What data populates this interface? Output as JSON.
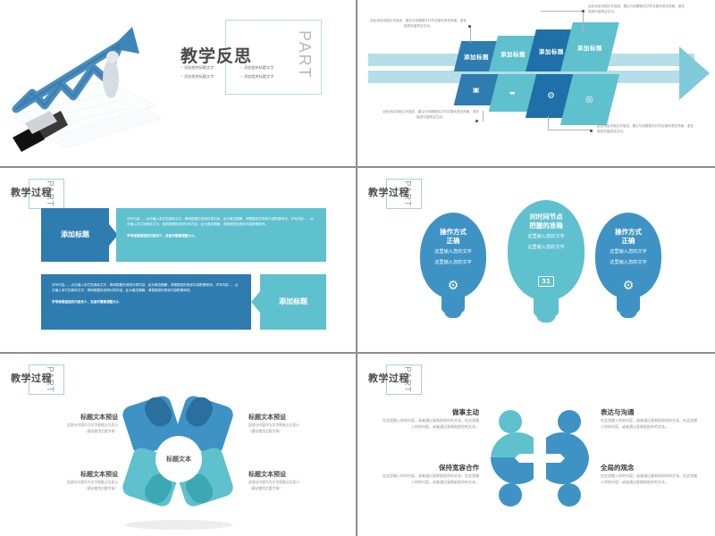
{
  "deck": {
    "accent_dark": "#2E7CB0",
    "accent_mid": "#3E93C4",
    "accent_teal": "#5FC0CE",
    "accent_light": "#B5DEE8",
    "accent_navy": "#1F6FA8",
    "part_word": "PART",
    "section_title": "教学过程"
  },
  "slide1": {
    "title": "教学反思",
    "part": "PART",
    "bullets": [
      "添加相关标题文字",
      "添加相关标题文字",
      "添加相关标题文字",
      "添加相关标题文字"
    ]
  },
  "slide2": {
    "blocks": [
      {
        "label": "添加标题",
        "color": "#2E7CB0"
      },
      {
        "label": "添加标题",
        "color": "#5FC0CE"
      },
      {
        "label": "添加标题",
        "color": "#1F6FA8"
      },
      {
        "label": "添加标题",
        "color": "#5FC0CE"
      }
    ],
    "icons": [
      {
        "name": "calendar-icon",
        "glyph": "▣",
        "color": "#2E7CB0"
      },
      {
        "name": "chat-icon",
        "glyph": "💬",
        "color": "#5FC0CE"
      },
      {
        "name": "gear-icon",
        "glyph": "⚙",
        "color": "#1F6FA8"
      },
      {
        "name": "target-icon",
        "glyph": "◎",
        "color": "#5FC0CE"
      }
    ],
    "notes": [
      "此处添加详细文本描述，建议与标题相关并符合整体语言风格，语言描述尽量简洁生动。",
      "此处添加详细文本描述，建议与标题相关并符合整体语言风格，语言描述尽量简洁生动。",
      "此处添加详细文本描述，建议与标题相关并符合整体语言风格，语言描述尽量简洁生动。",
      "此处添加详细文本描述，建议与标题相关并符合整体语言风格，语言描述尽量简洁生动。"
    ]
  },
  "slide3": {
    "section_title": "教学过程",
    "part": "PART",
    "rows": [
      {
        "label": "添加标题",
        "label_color": "#2E7CB0",
        "body_color": "#5FC0CE",
        "body": "详写内容……点击输入本栏的具体文字，简明扼要的说明分项内容，此为概念图解，请根据您的具体内容酌情修改。详写内容……点击输入本栏的具体文字，简明扼要的说明分项内容，此为概念图解，请根据您的具体内容酌情修改。",
        "note": "字号请根据您的内容多少，及版式需要调整大小。"
      },
      {
        "label": "添加标题",
        "label_color": "#5FC0CE",
        "body_color": "#2E7CB0",
        "body": "详写内容……点击输入本栏的具体文字，简明扼要的说明分项内容，此为概念图解，请根据您的具体内容酌情修改。详写内容……点击输入本栏的具体文字，简明扼要的说明分项内容，此为概念图解，请根据您的具体内容酌情修改。",
        "note": "字号请根据您的内容多少，及版式需要调整大小"
      }
    ]
  },
  "slide4": {
    "section_title": "教学过程",
    "part": "PART",
    "bulbs": [
      {
        "title_line1": "操作方式",
        "title_line2": "正确",
        "line1": "这里输入您的文字",
        "line2": "这里输入您的文字",
        "icon": "gear-icon",
        "glyph": "⚙",
        "color": "#3E93C4"
      },
      {
        "title_line1": "对时间节点",
        "title_line2": "把握的准确",
        "line1": "这里输入您的文字",
        "line2": "这里输入您的文字",
        "icon": "calendar-icon",
        "glyph": "31",
        "color": "#5FC0CE"
      },
      {
        "title_line1": "操作方式",
        "title_line2": "正确",
        "line1": "这里输入您的文字",
        "line2": "这里输入您的文字",
        "icon": "gear-icon",
        "glyph": "⚙",
        "color": "#3E93C4"
      }
    ]
  },
  "slide5": {
    "section_title": "教学过程",
    "part": "PART",
    "center_label": "标题文本",
    "labels": [
      {
        "title": "标题文本预设",
        "desc": "此部分内容作为文字框能占位显示",
        "note": "（建议使用主题字体）"
      },
      {
        "title": "标题文本预设",
        "desc": "此部分内容作为文字框能占位显示",
        "note": "（建议使用主题字体）"
      },
      {
        "title": "标题文本预设",
        "desc": "此部分内容作为文字框能占位显示",
        "note": "（建议使用主题字体）"
      },
      {
        "title": "标题文本预设",
        "desc": "此部分内容作为文字框能占位显示",
        "note": "（建议使用主题字体）"
      }
    ],
    "petal_colors": [
      "#3E93C4",
      "#3E93C4",
      "#5FC0CE",
      "#5FC0CE"
    ]
  },
  "slide6": {
    "section_title": "教学过程",
    "part": "PART",
    "items": [
      {
        "title": "做事主动",
        "desc": "在这里输入你的内容，或者通过复制粘贴你的文本。在这里输入你的内容，或者通过复制粘贴你的文本。",
        "color": "#5FC0CE"
      },
      {
        "title": "表达与沟通",
        "desc": "在这里输入你的内容，或者通过复制粘贴你的文本。在这里输入你的内容，或者通过复制粘贴你的文本。",
        "color": "#3E93C4"
      },
      {
        "title": "保持宽容合作",
        "desc": "在这里输入你的内容，或者通过复制粘贴你的文本。在这里输入你的内容，或者通过复制粘贴你的文本。",
        "color": "#3E93C4"
      },
      {
        "title": "全局的观念",
        "desc": "在这里输入你的内容，或者通过复制粘贴你的文本。在这里输入你的内容，或者通过复制粘贴你的文本。",
        "color": "#3E93C4"
      }
    ]
  }
}
